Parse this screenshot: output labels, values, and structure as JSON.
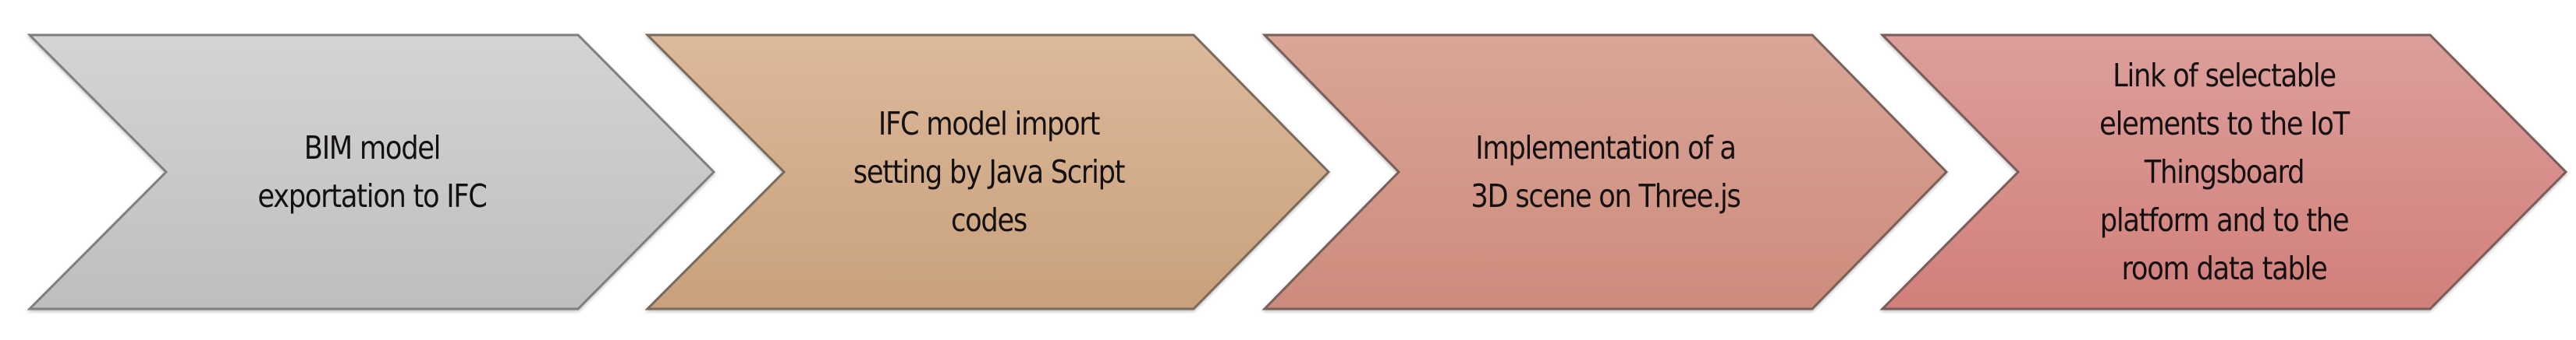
{
  "diagram": {
    "type": "chevron-process-flow",
    "direction": "left-to-right",
    "steps": [
      {
        "index": 1,
        "label": "BIM model\nexportation to IFC",
        "fill_top": "#d3d3d3",
        "fill_bottom": "#bfbfbf",
        "stroke": "#7f7f7f"
      },
      {
        "index": 2,
        "label": "IFC model import\nsetting by Java Script\ncodes",
        "fill_top": "#dcb89a",
        "fill_bottom": "#c9a27d",
        "stroke": "#7a6a5c"
      },
      {
        "index": 3,
        "label": "Implementation of a\n3D scene on Three.js",
        "fill_top": "#d9a596",
        "fill_bottom": "#cd8c7d",
        "stroke": "#7a605a"
      },
      {
        "index": 4,
        "label": "Link of selectable\nelements to the IoT\nThingsboard\nplatform and to the\nroom data table",
        "fill_top": "#dc9e9a",
        "fill_bottom": "#d3807c",
        "stroke": "#7a5c5a"
      }
    ]
  }
}
